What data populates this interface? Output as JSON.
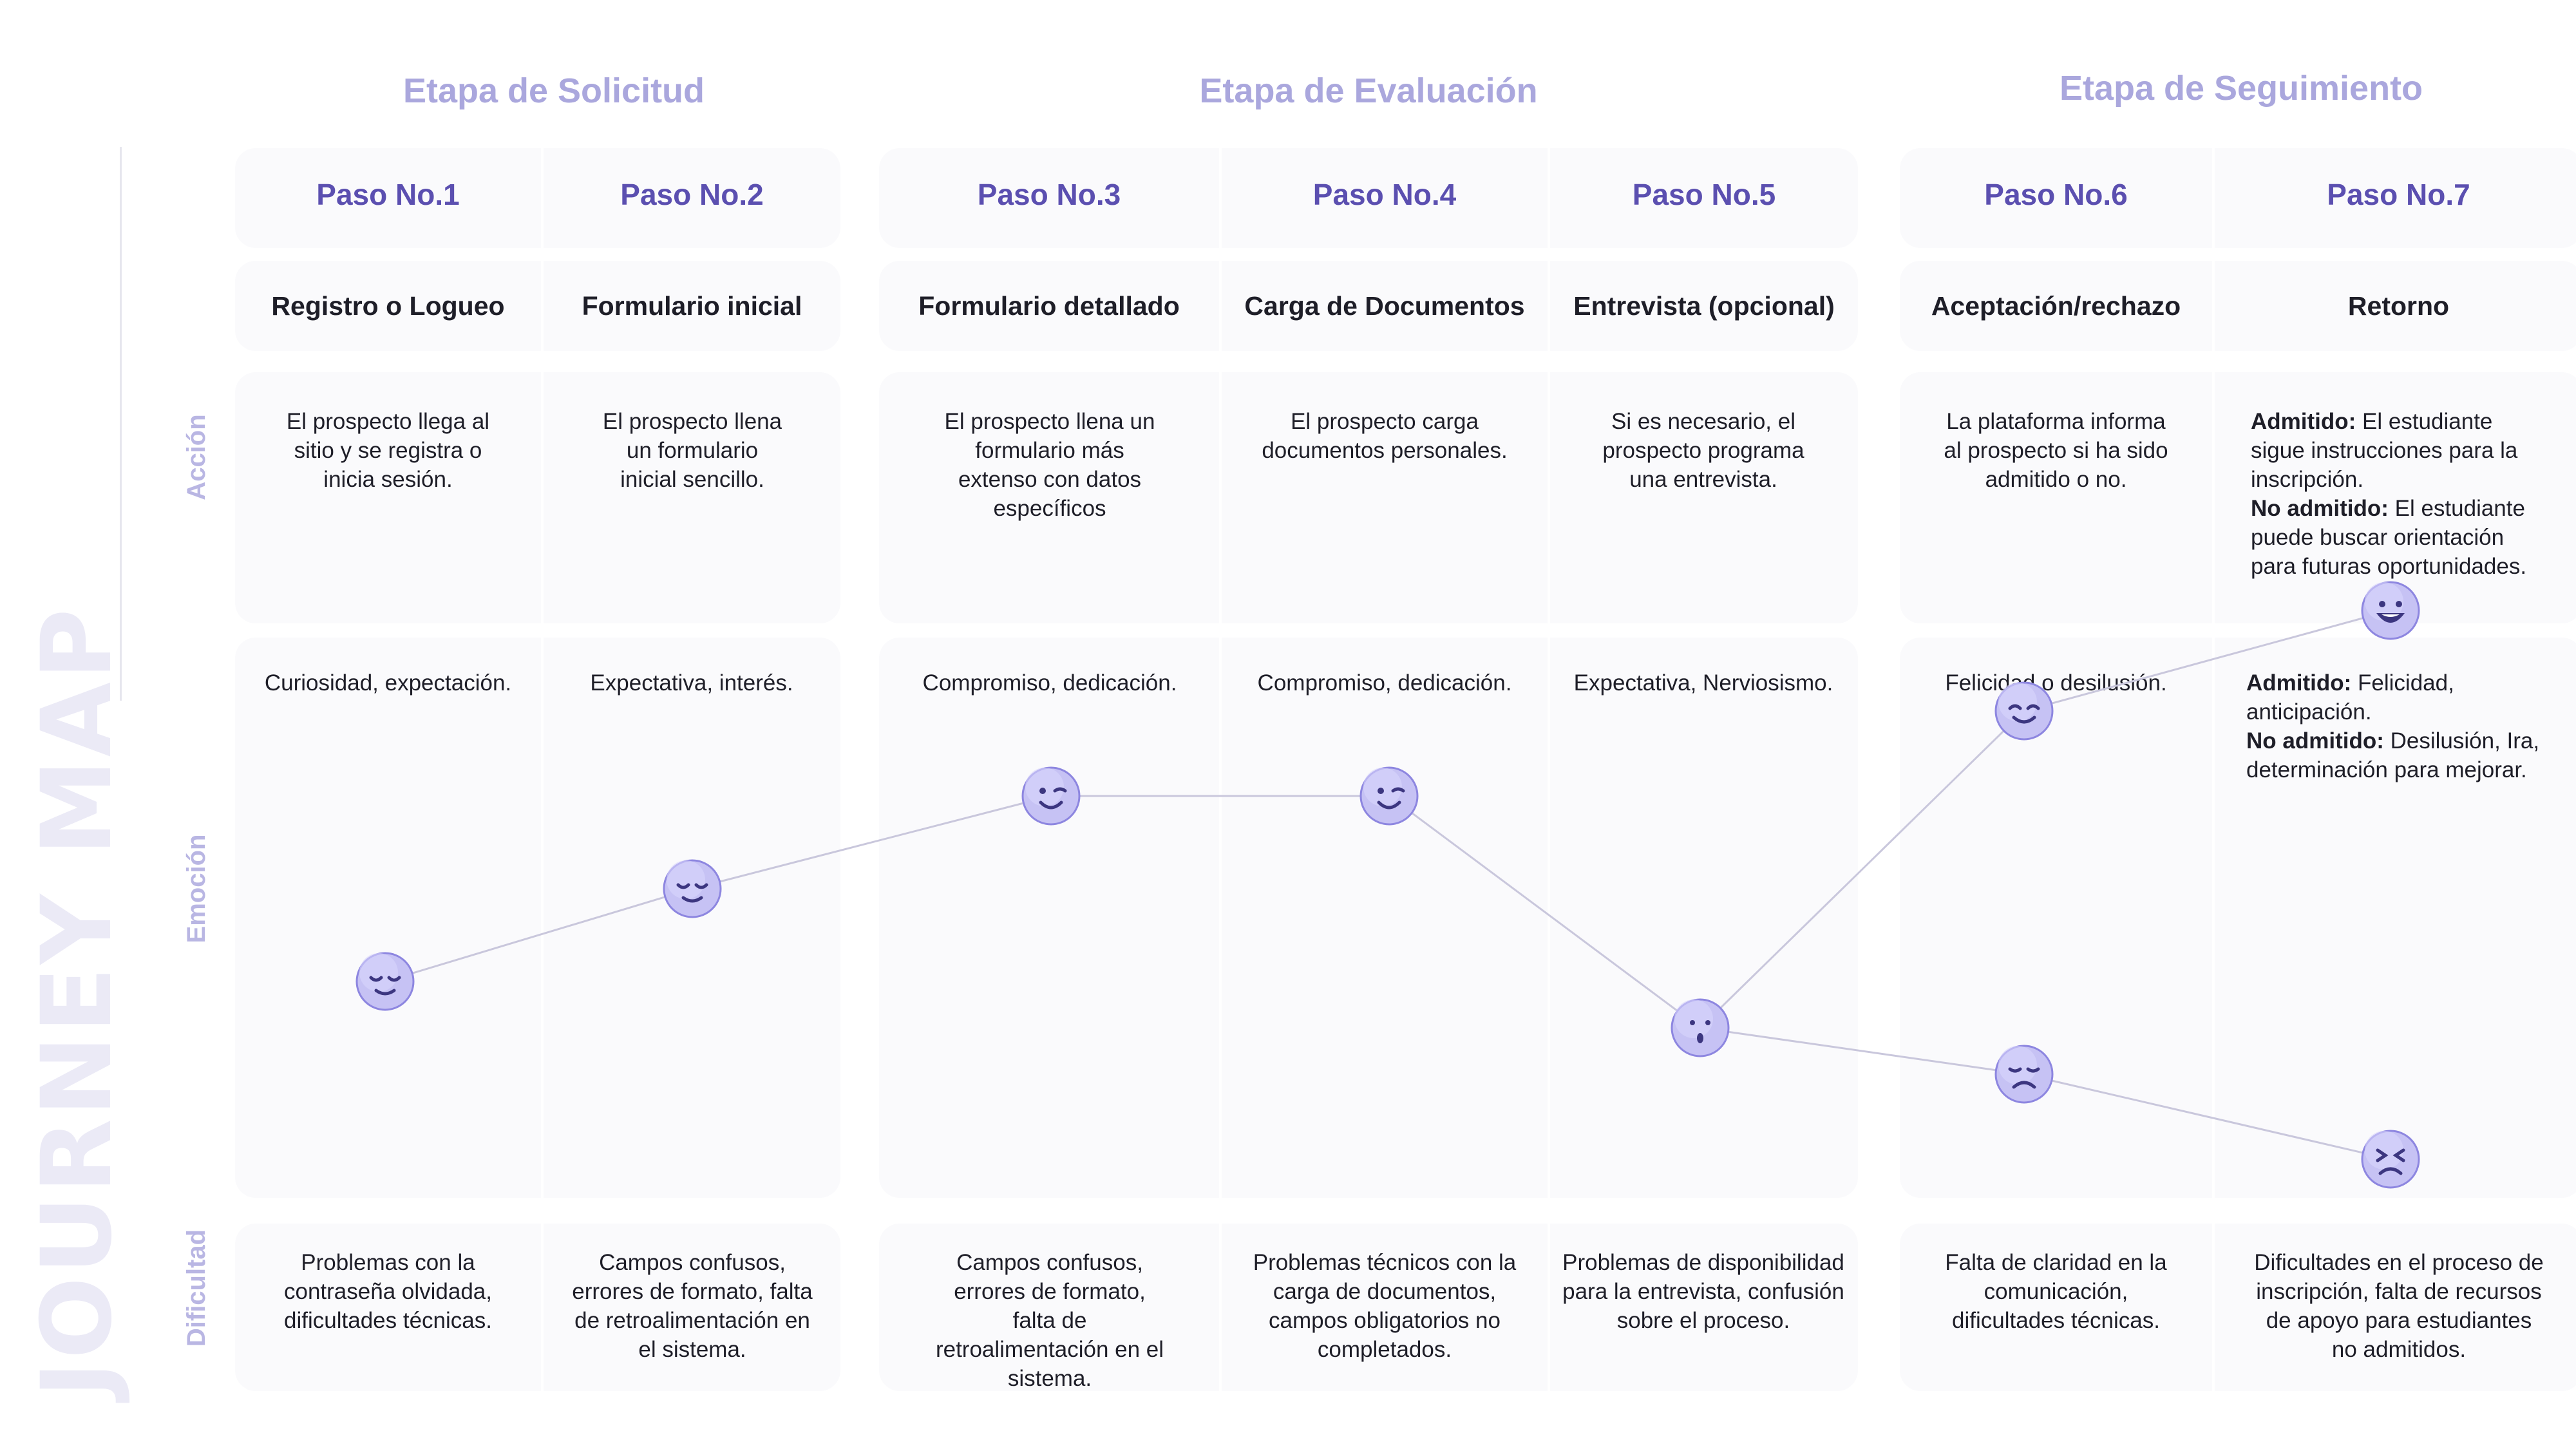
{
  "side_title": "JOURNEY MAP",
  "row_labels": {
    "accion": "Acción",
    "emocion": "Emoción",
    "dificultad": "Dificultad"
  },
  "stages": [
    {
      "title": "Etapa de Solicitud"
    },
    {
      "title": "Etapa de Evaluación"
    },
    {
      "title": "Etapa de Seguimiento"
    }
  ],
  "steps": [
    {
      "label": "Paso No.1",
      "action_title": "Registro o Logueo",
      "action": "El prospecto llega al sitio y se registra o inicia sesión.",
      "emotion": "Curiosidad, expectación.",
      "difficulty": "Problemas con la contraseña olvidada, dificultades técnicas."
    },
    {
      "label": "Paso No.2",
      "action_title": "Formulario inicial",
      "action": "El prospecto llena un formulario inicial sencillo.",
      "emotion": "Expectativa, interés.",
      "difficulty": "Campos confusos, errores de formato, falta de retroalimentación en el sistema."
    },
    {
      "label": "Paso No.3",
      "action_title": "Formulario detallado",
      "action": "El prospecto llena un formulario más extenso con datos específicos",
      "emotion": "Compromiso, dedicación.",
      "difficulty": "Campos confusos, errores de formato, falta de retroalimentación en el sistema."
    },
    {
      "label": "Paso No.4",
      "action_title": "Carga de Documentos",
      "action": "El prospecto carga documentos personales.",
      "emotion": "Compromiso, dedicación.",
      "difficulty": "Problemas técnicos con la carga de documentos, campos obligatorios no completados."
    },
    {
      "label": "Paso No.5",
      "action_title": "Entrevista (opcional)",
      "action": "Si es necesario, el prospecto programa una entrevista.",
      "emotion": "Expectativa, Nerviosismo.",
      "difficulty": "Problemas de disponibilidad para la entrevista, confusión sobre el proceso."
    },
    {
      "label": "Paso No.6",
      "action_title": "Aceptación/rechazo",
      "action": "La plataforma informa al prospecto si ha sido admitido o no.",
      "emotion": "Felicidad o desilusión.",
      "difficulty": "Falta de claridad en la comunicación, dificultades técnicas."
    },
    {
      "label": "Paso No.7",
      "action_title": "Retorno",
      "action_admitted_label": "Admitido:",
      "action_admitted": " El estudiante sigue instrucciones para la inscripción.",
      "action_rejected_label": "No admitido:",
      "action_rejected": " El estudiante puede buscar orientación para futuras oportunidades.",
      "emotion_admitted_label": "Admitido:",
      "emotion_admitted": " Felicidad, anticipación.",
      "emotion_rejected_label": "No admitido:",
      "emotion_rejected": " Desilusión, Ira, determinación para mejorar.",
      "difficulty": "Dificultades en el proceso de inscripción, falta de recursos de apoyo para estudiantes no admitidos."
    }
  ],
  "emotion_curve": {
    "faces": [
      {
        "step": 1,
        "level": 0.18,
        "face": "content-face-icon"
      },
      {
        "step": 2,
        "level": 0.3,
        "face": "content-face-icon"
      },
      {
        "step": 3,
        "level": 0.42,
        "face": "winking-face-icon"
      },
      {
        "step": 4,
        "level": 0.42,
        "face": "winking-face-icon"
      },
      {
        "step": 5,
        "level": 0.12,
        "face": "surprised-face-icon"
      },
      {
        "step": 6,
        "level": 0.53,
        "face": "smiling-face-icon",
        "branch": "admitted"
      },
      {
        "step": 6,
        "level": 0.06,
        "face": "sad-face-icon",
        "branch": "rejected"
      },
      {
        "step": 7,
        "level": 0.66,
        "face": "grinning-face-icon",
        "branch": "admitted"
      },
      {
        "step": 7,
        "level": -0.05,
        "face": "angry-face-icon",
        "branch": "rejected"
      }
    ]
  },
  "colors": {
    "step_title": "#5b4fb0",
    "stage_title": "#aaa7dd",
    "face_fill": "#c6c2f4",
    "face_stroke": "#8d86e0",
    "face_features": "#3c3680",
    "curve": "#c9c7dc",
    "card_bg": "#fafafc"
  }
}
